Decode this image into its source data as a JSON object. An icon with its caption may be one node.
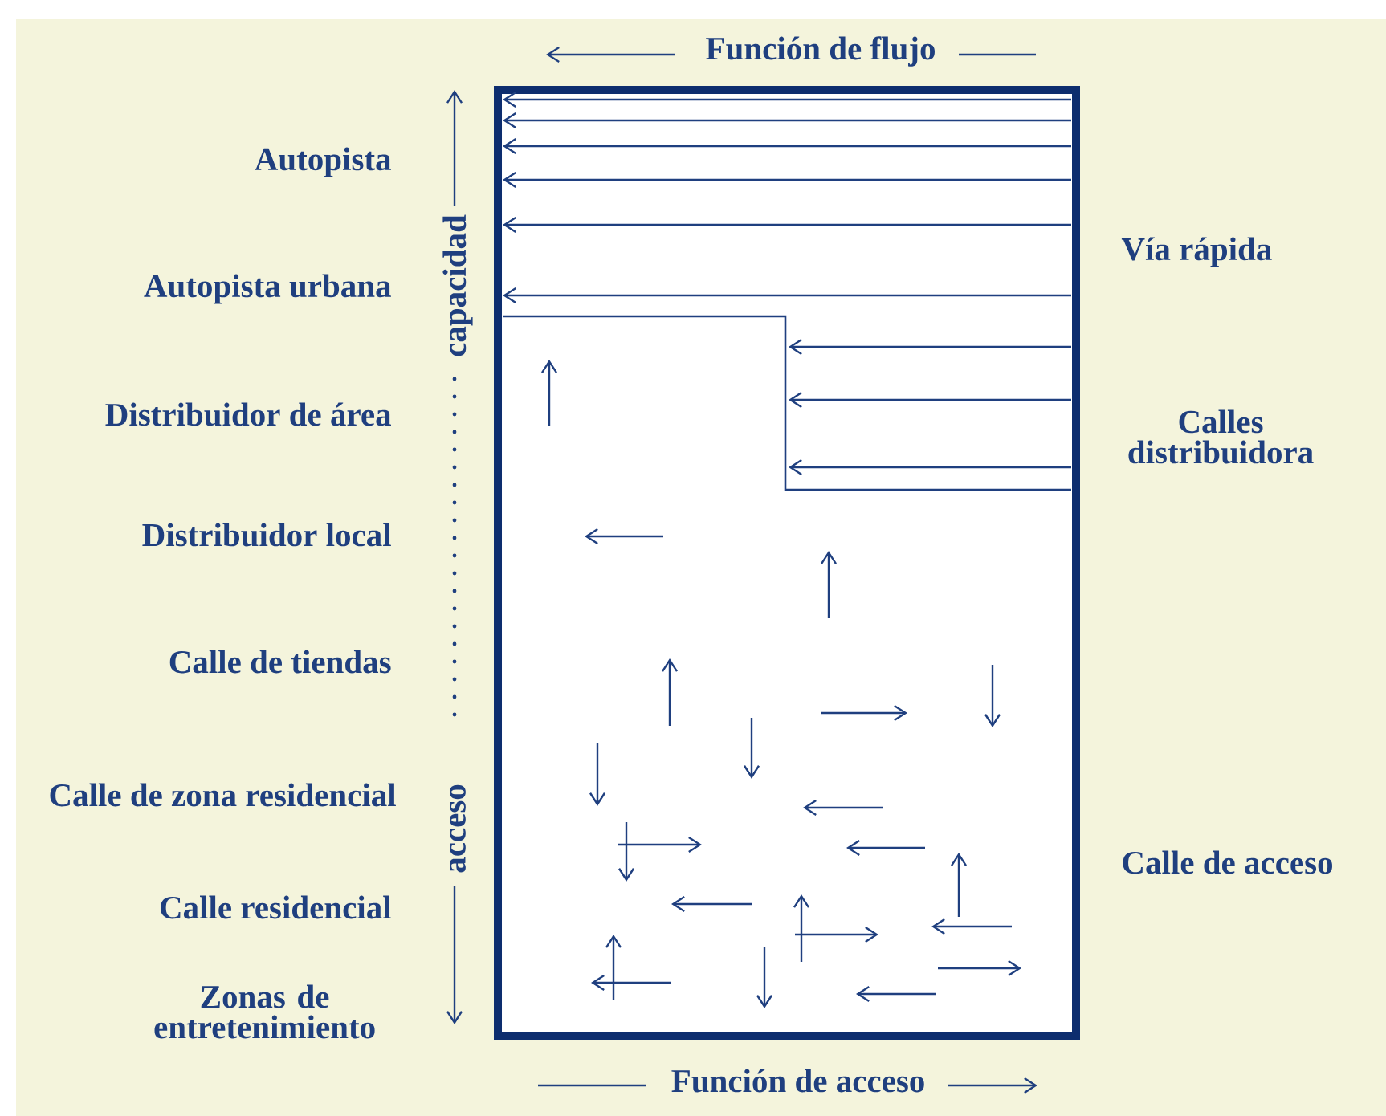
{
  "diagram": {
    "labels": [
      "Función de flujo",
      "Autopista",
      "Autopista urbana",
      "Distribuidor de área",
      "Distribuidor local",
      "Calle de tiendas",
      "Calle de zona residencial",
      "Calle residencial",
      "Zonas de entretenimiento",
      "capacidad",
      "acceso",
      "Vía rápida",
      "Calles distribuidora",
      "Calle de acceso",
      "Función de acceso"
    ]
  }
}
